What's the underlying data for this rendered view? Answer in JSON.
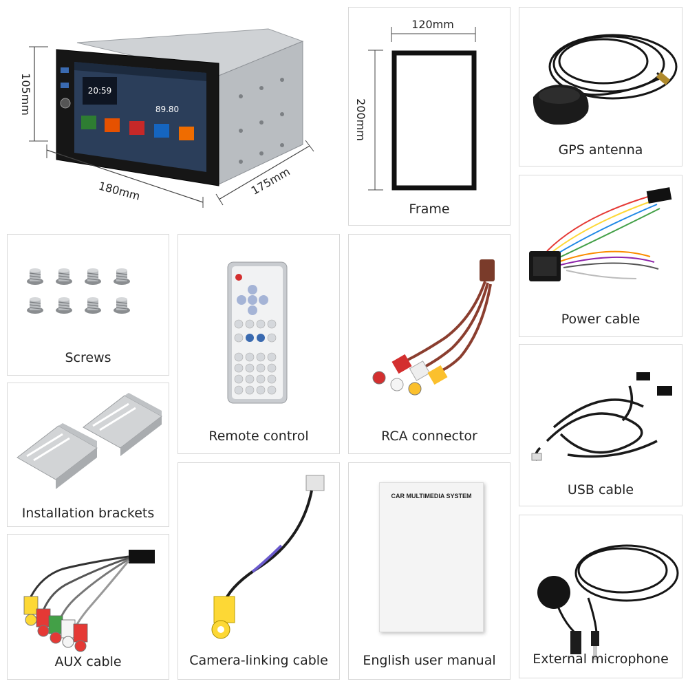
{
  "head_unit": {
    "height_dim": "105mm",
    "width_dim": "180mm",
    "depth_dim": "175mm",
    "screen_time": "20:59",
    "screen_freq": "89.80"
  },
  "frame": {
    "width_dim": "120mm",
    "height_dim": "200mm",
    "caption": "Frame"
  },
  "gps": {
    "caption": "GPS antenna"
  },
  "power": {
    "caption": "Power cable"
  },
  "screws": {
    "caption": "Screws"
  },
  "remote": {
    "caption": "Remote control"
  },
  "rca": {
    "caption": "RCA connector"
  },
  "usb": {
    "caption": "USB cable"
  },
  "brackets": {
    "caption": "Installation brackets"
  },
  "camera": {
    "caption": "Camera-linking cable"
  },
  "manual": {
    "caption": "English user manual",
    "cover_title": "CAR MULTIMEDIA SYSTEM"
  },
  "aux": {
    "caption": "AUX cable"
  },
  "mic": {
    "caption": "External microphone"
  }
}
